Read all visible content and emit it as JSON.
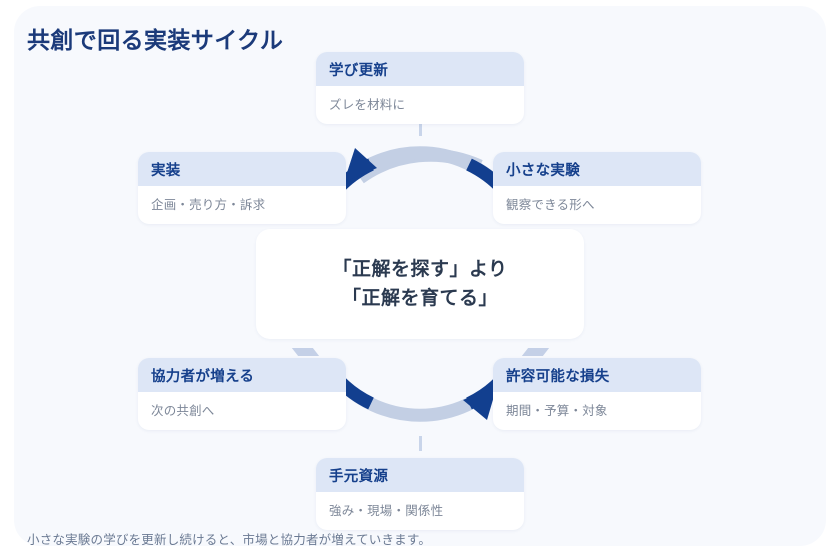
{
  "header": {
    "title": "共創で回る実装サイクル"
  },
  "center": {
    "line1": "「正解を探す」より",
    "line2": "「正解を育てる」"
  },
  "nodes": [
    {
      "id": "learn-update",
      "title": "学び更新",
      "subtitle": "ズレを材料に"
    },
    {
      "id": "implement",
      "title": "実装",
      "subtitle": "企画・売り方・訴求"
    },
    {
      "id": "small-experiment",
      "title": "小さな実験",
      "subtitle": "観察できる形へ"
    },
    {
      "id": "collaborators",
      "title": "協力者が増える",
      "subtitle": "次の共創へ"
    },
    {
      "id": "affordable-loss",
      "title": "許容可能な損失",
      "subtitle": "期間・予算・対象"
    },
    {
      "id": "at-hand-means",
      "title": "手元資源",
      "subtitle": "強み・現場・関係性"
    }
  ],
  "footer": {
    "caption": "小さな実験の学びを更新し続けると、市場と協力者が増えていきます。"
  },
  "colors": {
    "page_background": "#ffffff",
    "panel_background": "#f7f9fd",
    "title_text": "#1b3a7a",
    "card_header_background": "#dde6f6",
    "card_header_text": "#16408c",
    "card_subtitle_text": "#7d8798",
    "center_text": "#2b3a50",
    "caption_text": "#6b7a93",
    "ring_light": "#c3cfe4",
    "ring_arrow_navy": "#123f8f",
    "connector": "#c9d5ea"
  },
  "icons": {
    "cycle_arrow_top": "arrow-left-icon",
    "cycle_arrow_bottom": "arrow-right-icon"
  }
}
